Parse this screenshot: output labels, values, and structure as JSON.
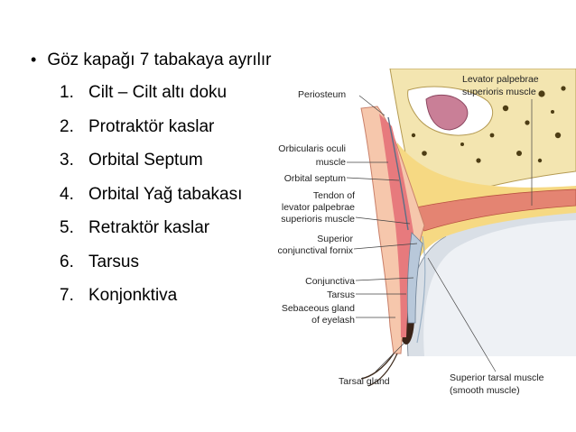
{
  "bullet": "Göz kapağı 7 tabakaya ayrılır",
  "layers": [
    {
      "num": "1.",
      "text": " Cilt – Cilt altı doku"
    },
    {
      "num": "2.",
      "text": " Protraktör kaslar"
    },
    {
      "num": "3.",
      "text": "Orbital Septum"
    },
    {
      "num": "4.",
      "text": "Orbital Yağ tabakası"
    },
    {
      "num": "5.",
      "text": "Retraktör kaslar"
    },
    {
      "num": "6.",
      "text": "Tarsus"
    },
    {
      "num": "7.",
      "text": " Konjonktiva"
    }
  ],
  "figure": {
    "labels": {
      "levator_1": "Levator palpebrae",
      "levator_2": "superioris muscle",
      "periosteum": "Periosteum",
      "orbicularis_1": "Orbicularis oculi",
      "orbicularis_2": "muscle",
      "orbital_septum": "Orbital septum",
      "tendon_1": "Tendon of",
      "tendon_2": "levator palpebrae",
      "tendon_3": "superioris muscle",
      "fornix_1": "Superior",
      "fornix_2": "conjunctival fornix",
      "conjunctiva": "Conjunctiva",
      "tarsus": "Tarsus",
      "sebaceous_1": "Sebaceous gland",
      "sebaceous_2": "of eyelash",
      "tarsal_gland": "Tarsal gland",
      "superior_tarsal_1": "Superior tarsal muscle",
      "superior_tarsal_2": "(smooth muscle)"
    }
  }
}
